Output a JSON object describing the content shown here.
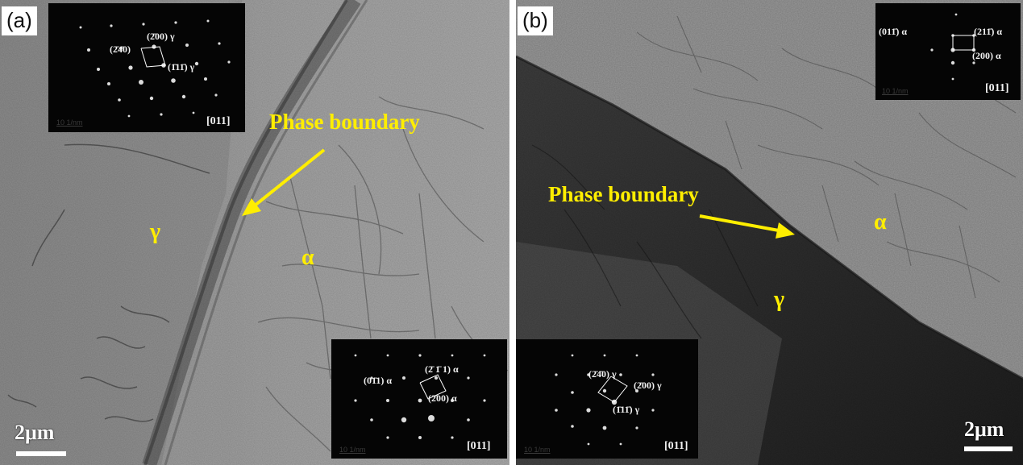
{
  "panels": [
    {
      "label": "(a)",
      "phase_boundary_label": "Phase boundary",
      "phase_gamma": "γ",
      "phase_alpha": "α",
      "scale_bar": "2μm",
      "dp_top": {
        "zone_axis": "[011]",
        "scale_text": "10 1/nm",
        "indices": [
          "(2̄00) γ",
          "(2̄4̄0)",
          "(1̄11̄) γ"
        ]
      },
      "dp_bottom": {
        "zone_axis": "[011]",
        "scale_text": "10 1/nm",
        "indices": [
          "(2̄ 1̄ 1) α",
          "(01̄1) α",
          "(2̄00) α"
        ]
      }
    },
    {
      "label": "(b)",
      "phase_boundary_label": "Phase boundary",
      "phase_gamma": "γ",
      "phase_alpha": "α",
      "scale_bar": "2μm",
      "dp_top": {
        "zone_axis": "[011]",
        "scale_text": "10 1/nm",
        "indices": [
          "(011̄) α",
          "(211̄) α",
          "(200) α"
        ]
      },
      "dp_bottom": {
        "zone_axis": "[011]",
        "scale_text": "10 1/nm",
        "indices": [
          "(2̄4̄0) γ",
          "(2̄00) γ",
          "(1̄11̄) γ"
        ]
      }
    }
  ],
  "colors": {
    "annotation": "#ffee00",
    "scalebar": "#ffffff"
  }
}
